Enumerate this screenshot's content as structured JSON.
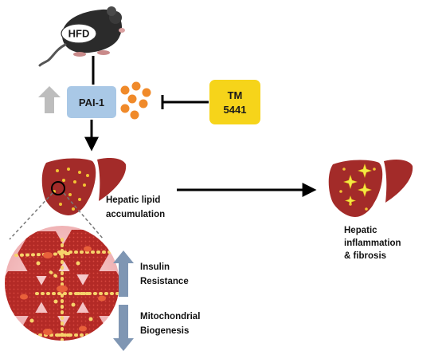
{
  "diagram": {
    "mouse_badge": "HFD",
    "pai1_box": "PAI-1",
    "tm_box": {
      "line1": "TM",
      "line2": "5441"
    },
    "lipid_label": {
      "line1": "Hepatic lipid",
      "line2": "accumulation"
    },
    "outcome_label": {
      "line1": "Hepatic",
      "line2": "inflammation",
      "line3": "& fibrosis"
    },
    "insulin_label": {
      "line1": "Insulin",
      "line2": "Resistance"
    },
    "mito_label": {
      "line1": "Mitochondrial",
      "line2": "Biogenesis"
    }
  },
  "colors": {
    "liver": "#a32b29",
    "lipid_dot": "#f3c433",
    "pai1_box": "#a9c8e6",
    "tm_box": "#f6d41a",
    "pai_particle": "#f08a2a",
    "up_arrow_gray": "#bdbdbd",
    "arrow_blue": "#7f96b3",
    "tissue_circle": "#f4c3c4"
  },
  "icons": [
    "mouse-icon",
    "liver-icon",
    "hexagon-tissue-icon"
  ]
}
